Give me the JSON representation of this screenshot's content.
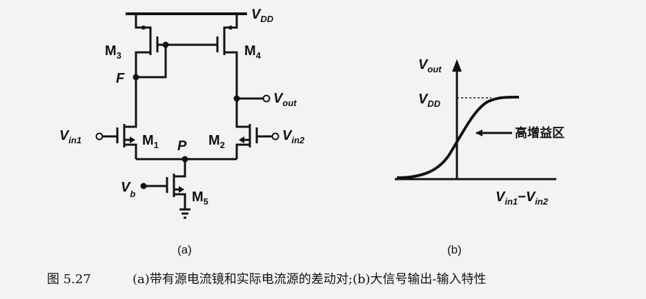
{
  "circuit": {
    "vdd": "V",
    "vdd_sub": "DD",
    "m1": "M",
    "m1_sub": "1",
    "m2": "M",
    "m2_sub": "2",
    "m3": "M",
    "m3_sub": "3",
    "m4": "M",
    "m4_sub": "4",
    "m5": "M",
    "m5_sub": "5",
    "node_f": "F",
    "node_p": "P",
    "vout": "V",
    "vout_sub": "out",
    "vin1": "V",
    "vin1_sub": "in1",
    "vin2": "V",
    "vin2_sub": "in2",
    "vb": "V",
    "vb_sub": "b",
    "label": "(a)"
  },
  "graph": {
    "y_axis": "V",
    "y_axis_sub": "out",
    "vdd_tick": "V",
    "vdd_tick_sub": "DD",
    "x_axis_a": "V",
    "x_axis_a_sub": "in1",
    "x_axis_dash": "−",
    "x_axis_b": "V",
    "x_axis_b_sub": "in2",
    "annotation": "高增益区",
    "label": "(b)"
  },
  "caption": {
    "number": "图 5.27",
    "text": "(a)带有源电流镜和实际电流源的差动对;(b)大信号输出-输入特性"
  }
}
